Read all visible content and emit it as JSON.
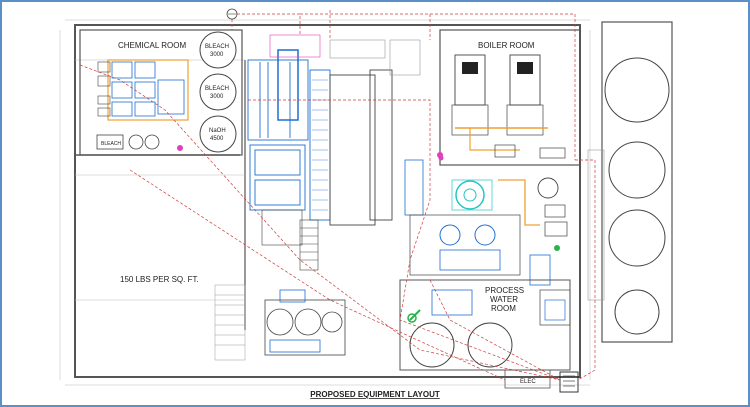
{
  "title": "PROPOSED EQUIPMENT LAYOUT",
  "rooms": {
    "chemical_room": "CHEMICAL ROOM",
    "boiler_room": "BOILER ROOM",
    "process_water_room_line1": "PROCESS",
    "process_water_room_line2": "WATER",
    "process_water_room_line3": "ROOM",
    "floor_load": "150 LBS  PER SQ. FT.",
    "elec": "ELEC"
  },
  "tanks": {
    "bleach_top_name": "BLEACH",
    "bleach_top_cap": "3000",
    "bleach_mid_name": "BLEACH",
    "bleach_mid_cap": "3000",
    "naoh_name": "NaOH",
    "naoh_cap": "4500",
    "bleach_small": "BLEACH"
  },
  "colors": {
    "border": "#5b8fc7",
    "wall": "#555555",
    "equipment_blue": "#1f6fd1",
    "piping_red": "#d23b3b",
    "cyan": "#27c4c4",
    "orange": "#f0a030",
    "magenta": "#e03fc0",
    "green": "#2bb24c"
  }
}
